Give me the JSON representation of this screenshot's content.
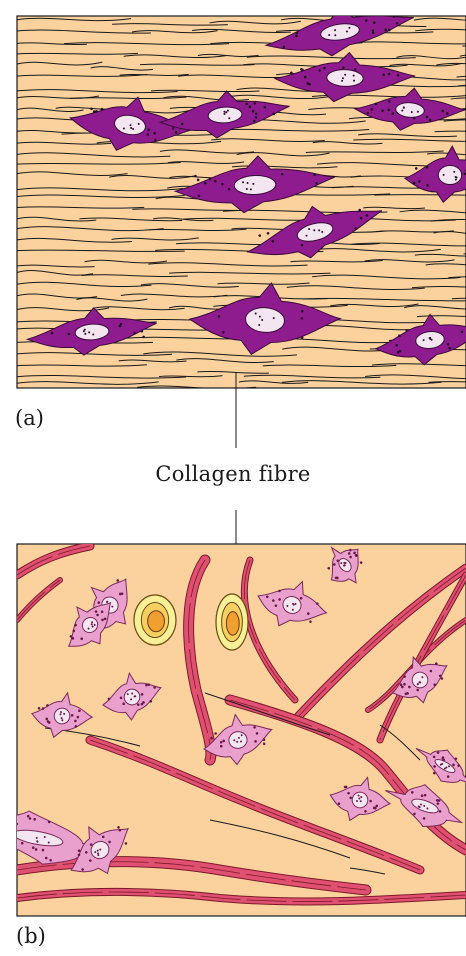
{
  "panels": {
    "a": {
      "label": "(a)"
    },
    "b": {
      "label": "(b)"
    }
  },
  "callout": {
    "text": "Collagen fibre"
  },
  "colors": {
    "matrix": "#fbd19e",
    "fibre_line": "#1a1a1a",
    "cell_dense": "#8e1c8e",
    "cell_dense_dot": "#2a0c2a",
    "cell_loose": "#eaa0cc",
    "cell_loose_edge": "#7a2a5a",
    "collagen_bundle": "#e05070",
    "collagen_edge": "#7a1a2a",
    "fat_cell_outer": "#f7f099",
    "fat_cell_inner": "#f0a030"
  },
  "icons": [
    "fibroblast-cell-icon",
    "mast-cell-icon",
    "collagen-bundle-icon"
  ]
}
